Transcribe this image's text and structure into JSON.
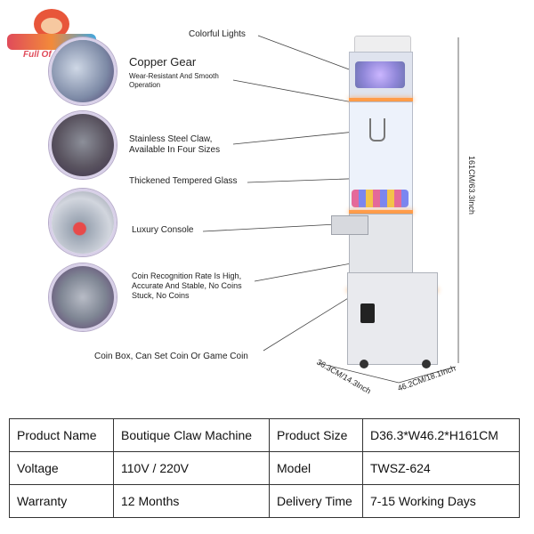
{
  "brand": {
    "name": "Full Of Fun"
  },
  "labels": {
    "colorful_lights": "Colorful Lights",
    "copper_gear_title": "Copper Gear",
    "copper_gear_sub1": "Wear-Resistant And Smooth",
    "copper_gear_sub2": "Operation",
    "claw_line1": "Stainless Steel Claw,",
    "claw_line2": "Available In Four Sizes",
    "glass": "Thickened Tempered Glass",
    "console": "Luxury Console",
    "coin_line1": "Coin Recognition Rate Is High,",
    "coin_line2": "Accurate And Stable, No Coins",
    "coin_line3": "Stuck, No Coins",
    "coin_box": "Coin Box, Can Set Coin Or Game Coin"
  },
  "dimensions": {
    "height": "161CM/63.3Inch",
    "depth": "36.3CM/14.3Inch",
    "width": "46.2CM/18.1Inch"
  },
  "spec_table": {
    "rows": [
      {
        "k1": "Product Name",
        "v1": "Boutique Claw Machine",
        "k2": "Product Size",
        "v2": "D36.3*W46.2*H161CM"
      },
      {
        "k1": "Voltage",
        "v1": "110V / 220V",
        "k2": "Model",
        "v2": "TWSZ-624"
      },
      {
        "k1": "Warranty",
        "v1": "12 Months",
        "k2": "Delivery Time",
        "v2": "7-15 Working Days"
      }
    ]
  }
}
